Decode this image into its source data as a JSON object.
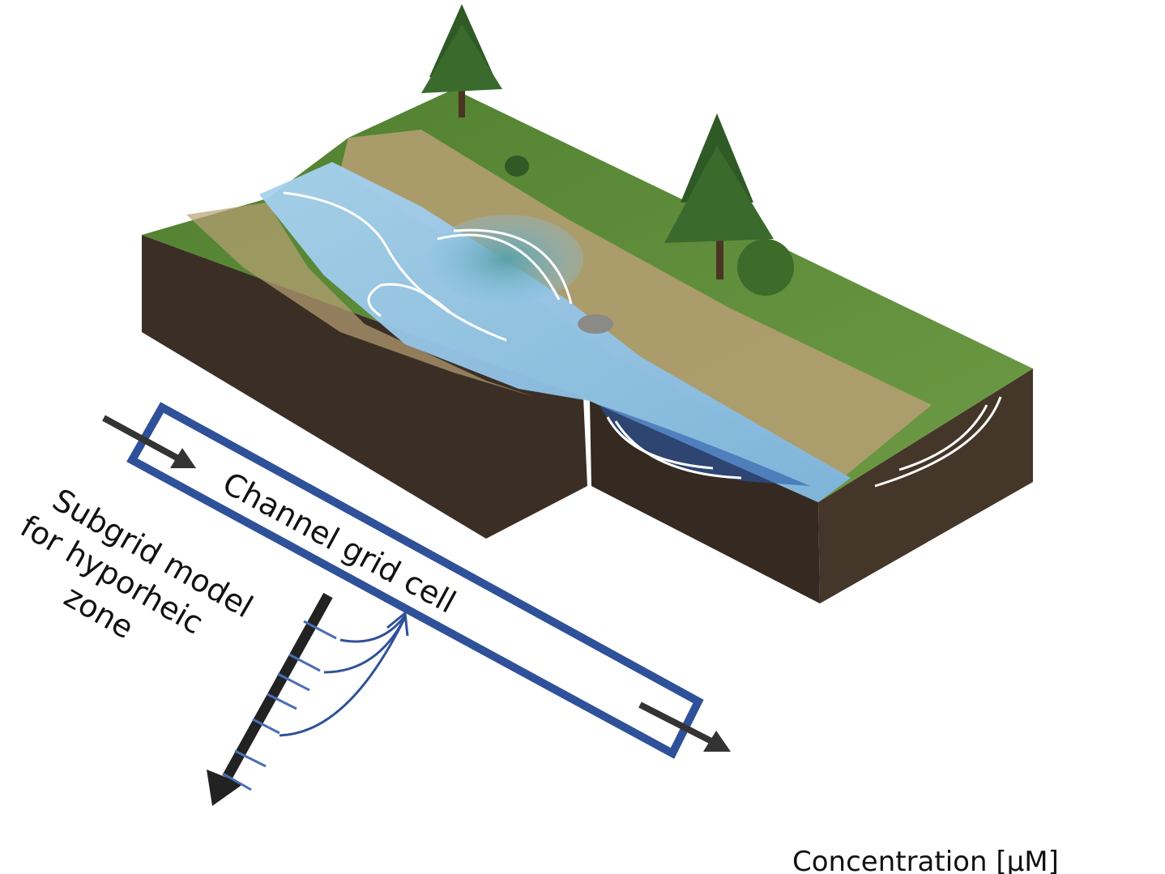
{
  "labels": {
    "channel": "Channel grid cell",
    "subgrid_line1": "Subgrid model",
    "subgrid_line2": "for hyporheic",
    "subgrid_line3": "zone",
    "axis": "Concentration [μM]"
  },
  "colors": {
    "box": "#2f5199",
    "arrow": "#333333",
    "water": "#8fc3e8",
    "grass": "#5e8b3a",
    "soil": "#3a2d22",
    "sand": "#b89f74"
  }
}
